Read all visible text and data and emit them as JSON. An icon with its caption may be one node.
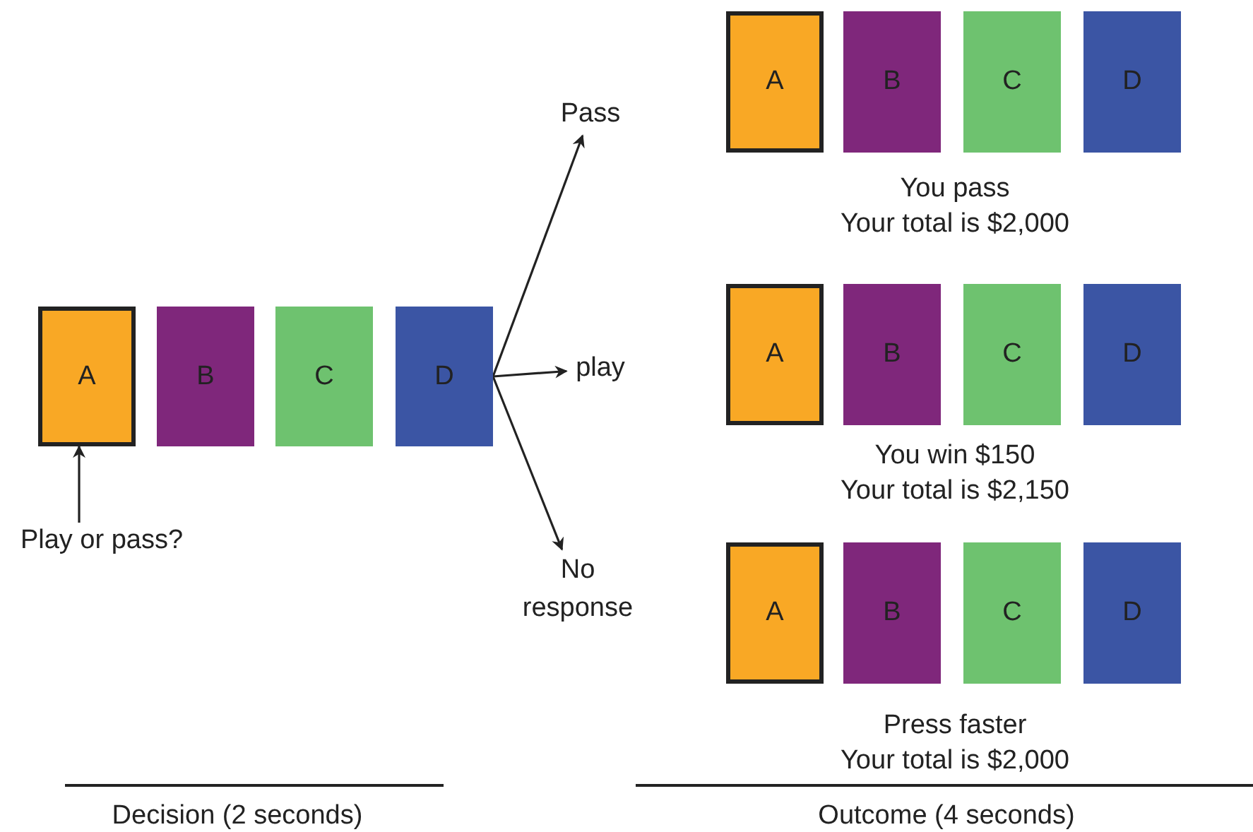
{
  "diagram": {
    "nodes": [
      {
        "text": [
          "A"
        ]
      },
      {
        "text": [
          "B"
        ]
      },
      {
        "text": [
          "C"
        ]
      },
      {
        "text": [
          "D"
        ]
      },
      {
        "text": [
          "Play or pass?"
        ]
      },
      {
        "text": [
          "Pass"
        ]
      },
      {
        "text": [
          "play"
        ]
      },
      {
        "text": [
          "No response"
        ]
      },
      {
        "text": [
          "A"
        ]
      },
      {
        "text": [
          "B"
        ]
      },
      {
        "text": [
          "C"
        ]
      },
      {
        "text": [
          "D"
        ]
      },
      {
        "text": [
          "A"
        ]
      },
      {
        "text": [
          "B"
        ]
      },
      {
        "text": [
          "C"
        ]
      },
      {
        "text": [
          "D"
        ]
      },
      {
        "text": [
          "A"
        ]
      },
      {
        "text": [
          "B"
        ]
      },
      {
        "text": [
          "C"
        ]
      },
      {
        "text": [
          "D"
        ]
      }
    ],
    "edges": [
      {
        "from": 4,
        "to": 0,
        "arrow": "to"
      },
      {
        "from": 3,
        "to": 5,
        "arrow": "to"
      },
      {
        "from": 3,
        "to": 6,
        "arrow": "to"
      },
      {
        "from": 3,
        "to": 7,
        "arrow": "to"
      }
    ],
    "labels": [
      "You pass",
      "Your total is $2,000",
      "You win $150",
      "Your total is $2,150",
      "Press faster",
      "Your total is $2,000",
      "Decision (2 seconds)",
      "Outcome (4 seconds)"
    ]
  }
}
